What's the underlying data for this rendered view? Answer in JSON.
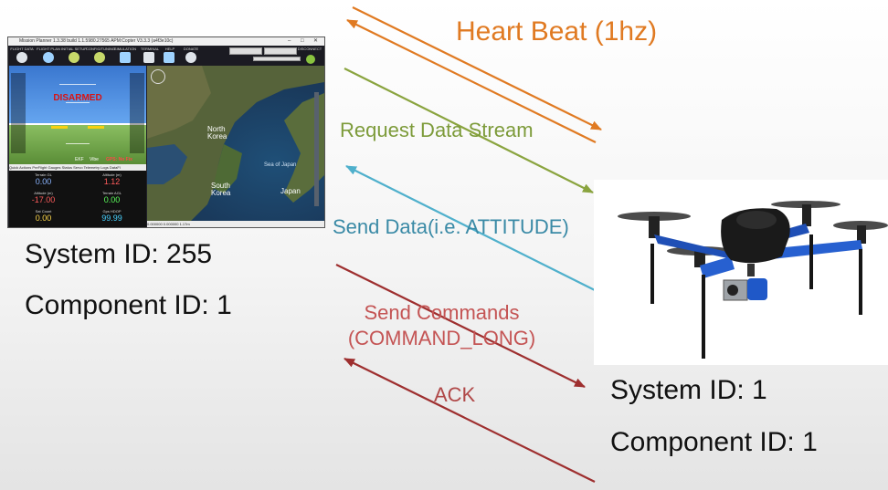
{
  "ground_station": {
    "system_id": "System ID: 255",
    "component_id": "Component ID: 1",
    "app": {
      "title": "Mission Planner 1.3.38 build 1.1.5980.27565 APM:Copter V3.3.3 (a4f3e10c)",
      "menu": [
        "FLIGHT DATA",
        "FLIGHT PLAN",
        "INITIAL SETUP",
        "CONFIG/TUNING",
        "SIMULATION",
        "TERMINAL",
        "HELP",
        "DONATE"
      ],
      "connect_label": "DISCONNECT",
      "hud": {
        "status": "DISARMED",
        "ekf": "EKF",
        "vibe": "Vibe",
        "gps": "GPS: No Fix"
      },
      "tabs": [
        "Quick",
        "Actions",
        "PreFlight",
        "Gauges",
        "Status",
        "Servo",
        "Telemetry Logs",
        "DataFl"
      ],
      "quick": [
        {
          "label": "Terrain GL",
          "value": "0.00",
          "color": "#8ab4ff"
        },
        {
          "label": "Altitude (m)",
          "value": "1.12",
          "color": "#ff5c5c"
        },
        {
          "label": "Altitude (m)",
          "value": "-17.00",
          "color": "#ff5c5c"
        },
        {
          "label": "Terrain AGL",
          "value": "0.00",
          "color": "#5cff5c"
        },
        {
          "label": "Sat Count",
          "value": "0.00",
          "color": "#ffd84a"
        },
        {
          "label": "Gps HDOP",
          "value": "99.99",
          "color": "#4ad2ff"
        }
      ],
      "map_labels": {
        "north_korea": "North\nKorea",
        "south_korea": "South\nKorea",
        "japan": "Japan",
        "sea_of_japan": "Sea of Japan"
      },
      "map_footer": "0.000000 0.000000   1.17m"
    }
  },
  "vehicle": {
    "system_id": "System ID: 1",
    "component_id": "Component ID: 1"
  },
  "messages": [
    {
      "key": "heartbeat",
      "text": "Heart Beat (1hz)",
      "color": "#e07a22"
    },
    {
      "key": "request",
      "text": "Request Data Stream",
      "color": "#7d9b3a"
    },
    {
      "key": "send_data",
      "text": "Send Data(i.e. ATTITUDE)",
      "color": "#3a8aa6"
    },
    {
      "key": "commands",
      "text": "Send Commands\n(COMMAND_LONG)",
      "color": "#c45454"
    },
    {
      "key": "ack",
      "text": "ACK",
      "color": "#b04848"
    }
  ],
  "colors": {
    "heartbeat": "#e07a22",
    "request": "#8aa43f",
    "send_data": "#4fb0cc",
    "command": "#9e2f2f"
  }
}
